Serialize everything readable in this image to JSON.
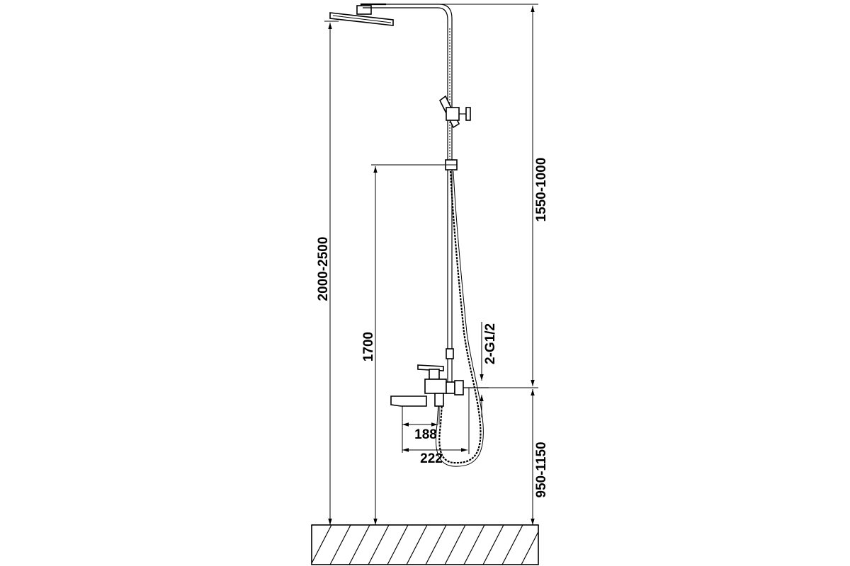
{
  "dimensions": {
    "total_height": "2000-2500",
    "holder_height": "1700",
    "rail_height": "1550-1000",
    "mixer_height": "950-1150",
    "connection": "2-G1/2",
    "spout_188": "188",
    "spout_222": "222"
  }
}
